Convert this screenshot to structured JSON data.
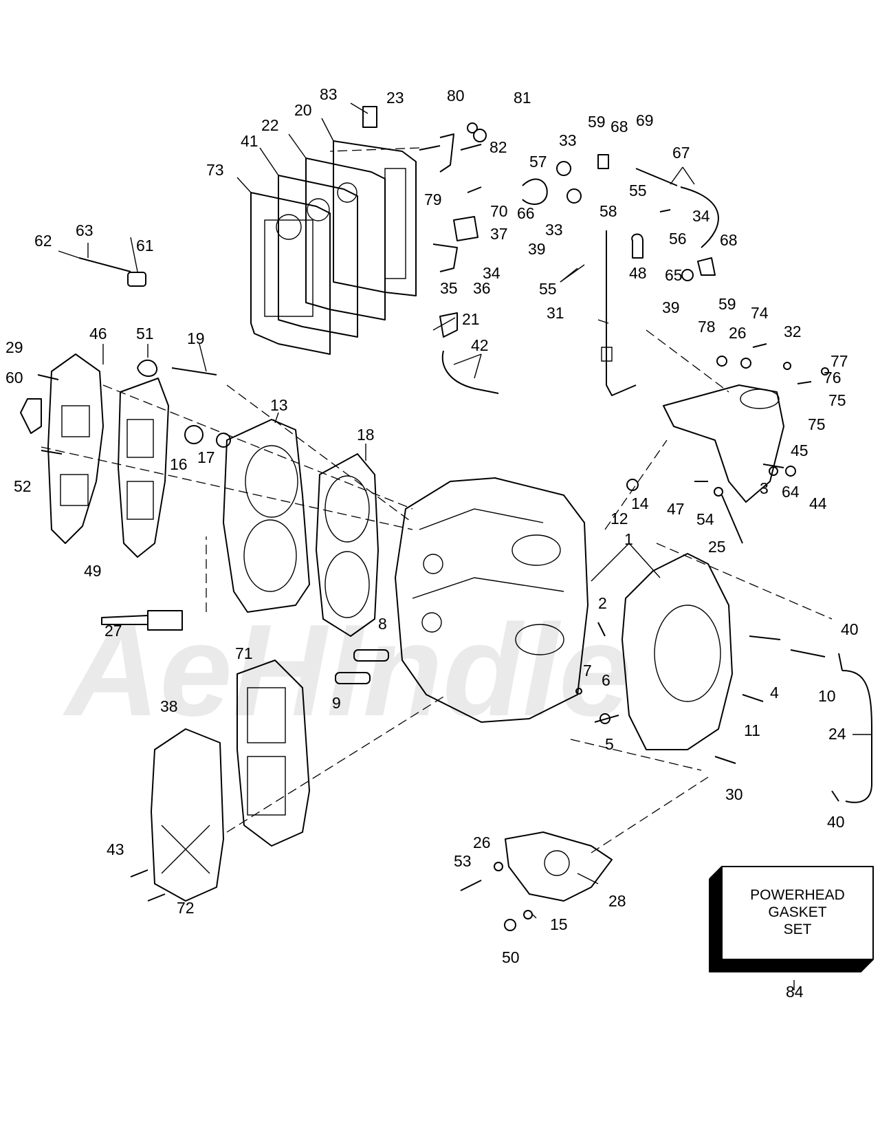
{
  "watermark": "AeHIndle",
  "gasket_box": {
    "lines": [
      "POWERHEAD",
      "GASKET",
      "SET"
    ],
    "callout": "84"
  },
  "callouts": [
    "1",
    "2",
    "3",
    "4",
    "5",
    "6",
    "7",
    "8",
    "9",
    "10",
    "11",
    "12",
    "13",
    "14",
    "15",
    "16",
    "17",
    "18",
    "19",
    "20",
    "21",
    "22",
    "23",
    "24",
    "25",
    "26",
    "26",
    "27",
    "28",
    "29",
    "30",
    "31",
    "32",
    "33",
    "33",
    "34",
    "34",
    "35",
    "36",
    "37",
    "38",
    "39",
    "39",
    "40",
    "40",
    "41",
    "42",
    "43",
    "44",
    "45",
    "46",
    "47",
    "48",
    "49",
    "50",
    "51",
    "52",
    "53",
    "54",
    "55",
    "55",
    "56",
    "57",
    "58",
    "59",
    "59",
    "60",
    "61",
    "62",
    "63",
    "64",
    "65",
    "66",
    "67",
    "68",
    "68",
    "69",
    "70",
    "71",
    "72",
    "73",
    "74",
    "75",
    "75",
    "76",
    "77",
    "78",
    "79",
    "80",
    "81",
    "82",
    "83"
  ]
}
